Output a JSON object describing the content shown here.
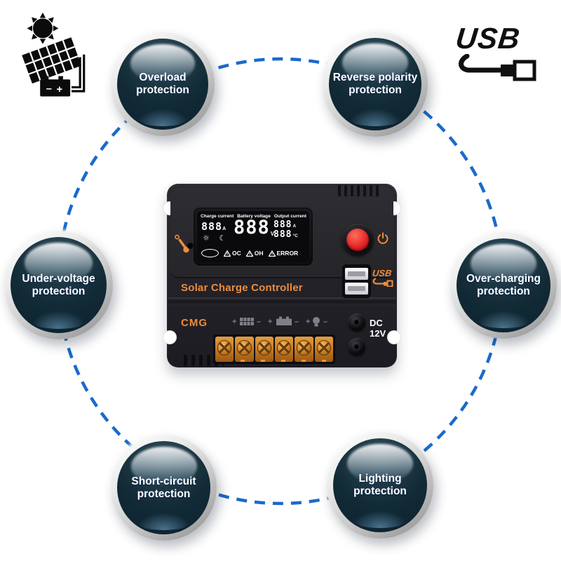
{
  "corner": {
    "usb_text": "USB",
    "battery_minus": "–",
    "battery_plus": "+"
  },
  "badges": [
    {
      "id": "overload",
      "lines": [
        "Overload",
        "protection"
      ]
    },
    {
      "id": "reverse-polarity",
      "lines": [
        "Reverse polarity",
        "protection"
      ]
    },
    {
      "id": "under-voltage",
      "lines": [
        "Under-voltage",
        "protection"
      ]
    },
    {
      "id": "over-charging",
      "lines": [
        "Over-charging",
        "protection"
      ]
    },
    {
      "id": "short-circuit",
      "lines": [
        "Short-circuit",
        "protection"
      ]
    },
    {
      "id": "lighting",
      "lines": [
        "Lighting",
        "protection"
      ]
    }
  ],
  "device": {
    "brand_text": "Solar Charge Controller",
    "model": "CMG",
    "dc_label": "DC 12V",
    "usb_label": "USB",
    "lcd": {
      "labels": [
        "Charge current",
        "Battery voltage",
        "Output current"
      ],
      "charge": {
        "value": "888",
        "unit": "A"
      },
      "battery": {
        "value": "888",
        "unit": "V"
      },
      "output": {
        "value": "888",
        "unit": "A"
      },
      "temp": {
        "value": "888",
        "unit": "°C"
      },
      "day_night_icons": "☼ ☾",
      "warnings": [
        "OC",
        "OH",
        "ERROR"
      ]
    }
  },
  "colors": {
    "accent_orange": "#ee8c3e",
    "dash_blue": "#1a6acb",
    "badge_blue": "#2e7ae4",
    "button_red": "#e42525",
    "terminal_orange": "#c97b22",
    "device_black": "#242329"
  }
}
